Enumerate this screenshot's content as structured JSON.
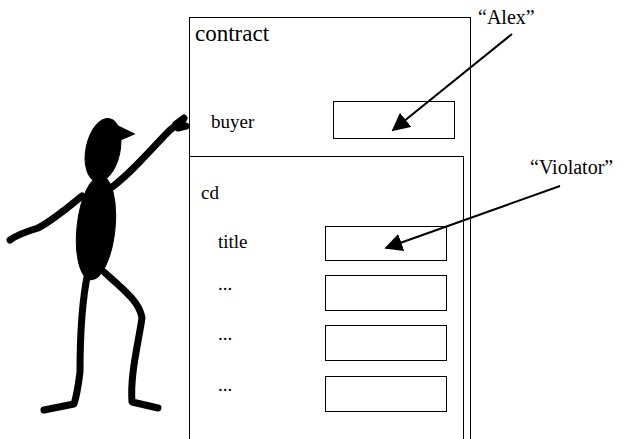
{
  "diagram": {
    "nodes": [
      {
        "text": [
          "contract",
          "buyer"
        ]
      },
      {
        "text": [
          "cd",
          "title",
          "...",
          "...",
          "..."
        ],
        "in": 0
      }
    ],
    "labels": [
      "“Alex”",
      "“Violator”"
    ]
  }
}
